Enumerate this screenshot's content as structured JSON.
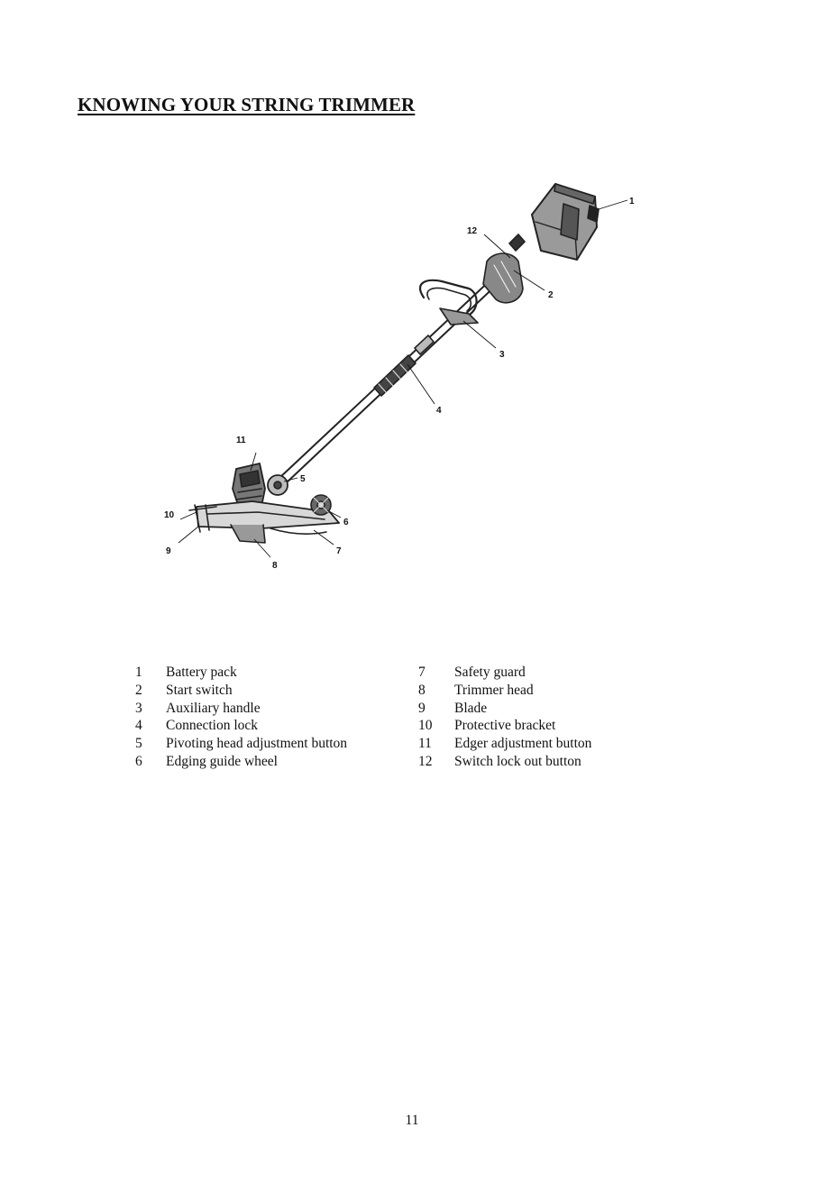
{
  "document": {
    "title": "KNOWING YOUR STRING TRIMMER",
    "page_number": "11"
  },
  "diagram": {
    "callouts": [
      "1",
      "2",
      "3",
      "4",
      "5",
      "6",
      "7",
      "8",
      "9",
      "10",
      "11",
      "12"
    ]
  },
  "legend": {
    "left": [
      {
        "num": "1",
        "label": "Battery pack"
      },
      {
        "num": "2",
        "label": "Start switch"
      },
      {
        "num": "3",
        "label": "Auxiliary handle"
      },
      {
        "num": "4",
        "label": "Connection lock"
      },
      {
        "num": "5",
        "label": "Pivoting head adjustment button"
      },
      {
        "num": "6",
        "label": "Edging guide wheel"
      }
    ],
    "right": [
      {
        "num": "7",
        "label": "Safety guard"
      },
      {
        "num": "8",
        "label": "Trimmer head"
      },
      {
        "num": "9",
        "label": "Blade"
      },
      {
        "num": "10",
        "label": "Protective bracket"
      },
      {
        "num": "11",
        "label": "Edger adjustment button"
      },
      {
        "num": "12",
        "label": "Switch lock out button"
      }
    ]
  }
}
